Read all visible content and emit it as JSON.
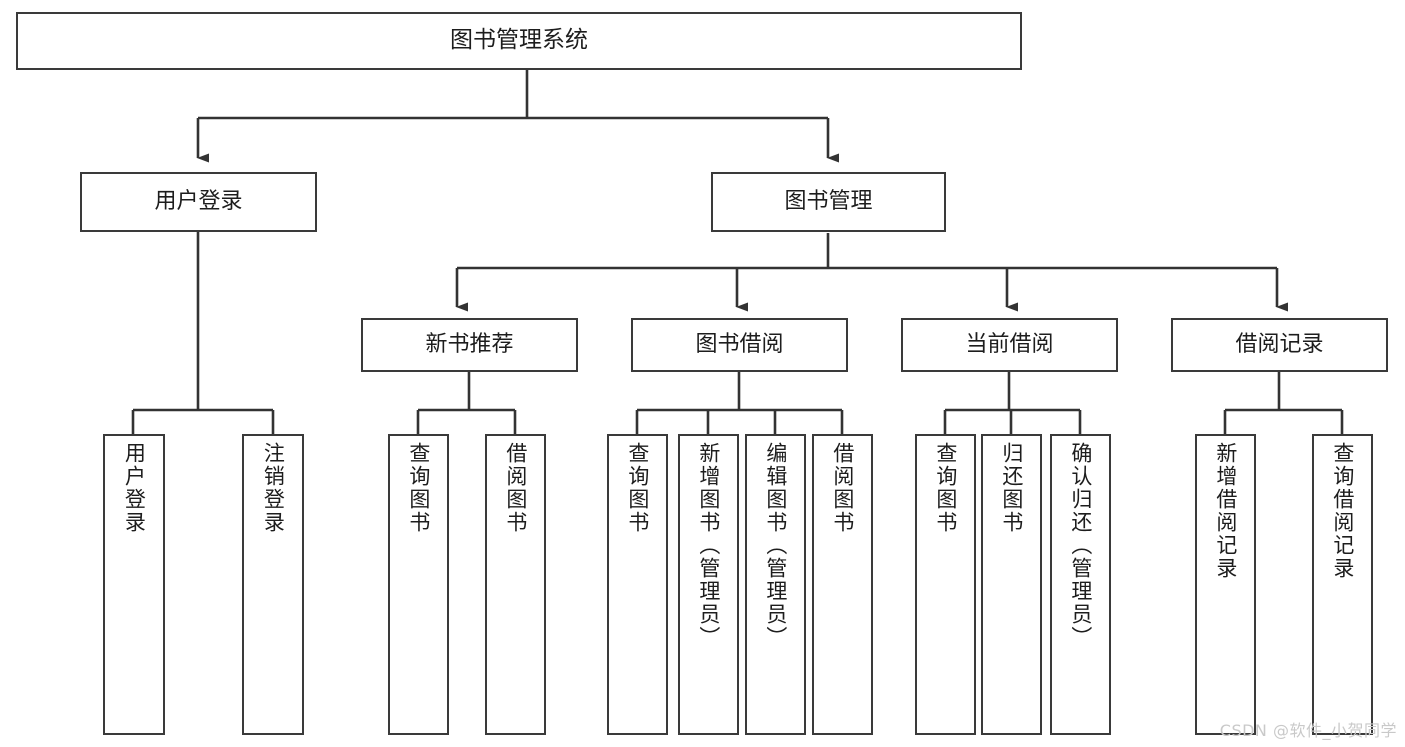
{
  "diagram": {
    "title": "图书管理系统",
    "type": "tree",
    "theme": {
      "border_color": "#3a3a3a",
      "fill_color": "#ffffff",
      "text_color": "#1d1d1d",
      "watermark_color": "#c9c9c9"
    },
    "root": {
      "id": "root",
      "label": "图书管理系统"
    },
    "level1": [
      {
        "id": "user-login",
        "label": "用户登录"
      },
      {
        "id": "book-manage",
        "label": "图书管理"
      }
    ],
    "level2": [
      {
        "id": "new-book-rec",
        "label": "新书推荐",
        "parent": "book-manage"
      },
      {
        "id": "book-borrow",
        "label": "图书借阅",
        "parent": "book-manage"
      },
      {
        "id": "current-borrow",
        "label": "当前借阅",
        "parent": "book-manage"
      },
      {
        "id": "borrow-record",
        "label": "借阅记录",
        "parent": "book-manage"
      }
    ],
    "leaves": [
      {
        "id": "leaf-user-login",
        "label": "用户登录",
        "parent": "user-login"
      },
      {
        "id": "leaf-logout",
        "label": "注销登录",
        "parent": "user-login"
      },
      {
        "id": "leaf-query-book-1",
        "label": "查询图书",
        "parent": "new-book-rec"
      },
      {
        "id": "leaf-borrow-book-1",
        "label": "借阅图书",
        "parent": "new-book-rec"
      },
      {
        "id": "leaf-query-book-2",
        "label": "查询图书",
        "parent": "book-borrow"
      },
      {
        "id": "leaf-add-book",
        "label": "新增图书（管理员）",
        "parent": "book-borrow"
      },
      {
        "id": "leaf-edit-book",
        "label": "编辑图书（管理员）",
        "parent": "book-borrow"
      },
      {
        "id": "leaf-borrow-book-2",
        "label": "借阅图书",
        "parent": "book-borrow"
      },
      {
        "id": "leaf-query-book-3",
        "label": "查询图书",
        "parent": "current-borrow"
      },
      {
        "id": "leaf-return-book",
        "label": "归还图书",
        "parent": "current-borrow"
      },
      {
        "id": "leaf-confirm-return",
        "label": "确认归还（管理员）",
        "parent": "current-borrow"
      },
      {
        "id": "leaf-add-record",
        "label": "新增借阅记录",
        "parent": "borrow-record"
      },
      {
        "id": "leaf-query-record",
        "label": "查询借阅记录",
        "parent": "borrow-record"
      }
    ],
    "watermark": "CSDN @软件_小贺同学"
  }
}
